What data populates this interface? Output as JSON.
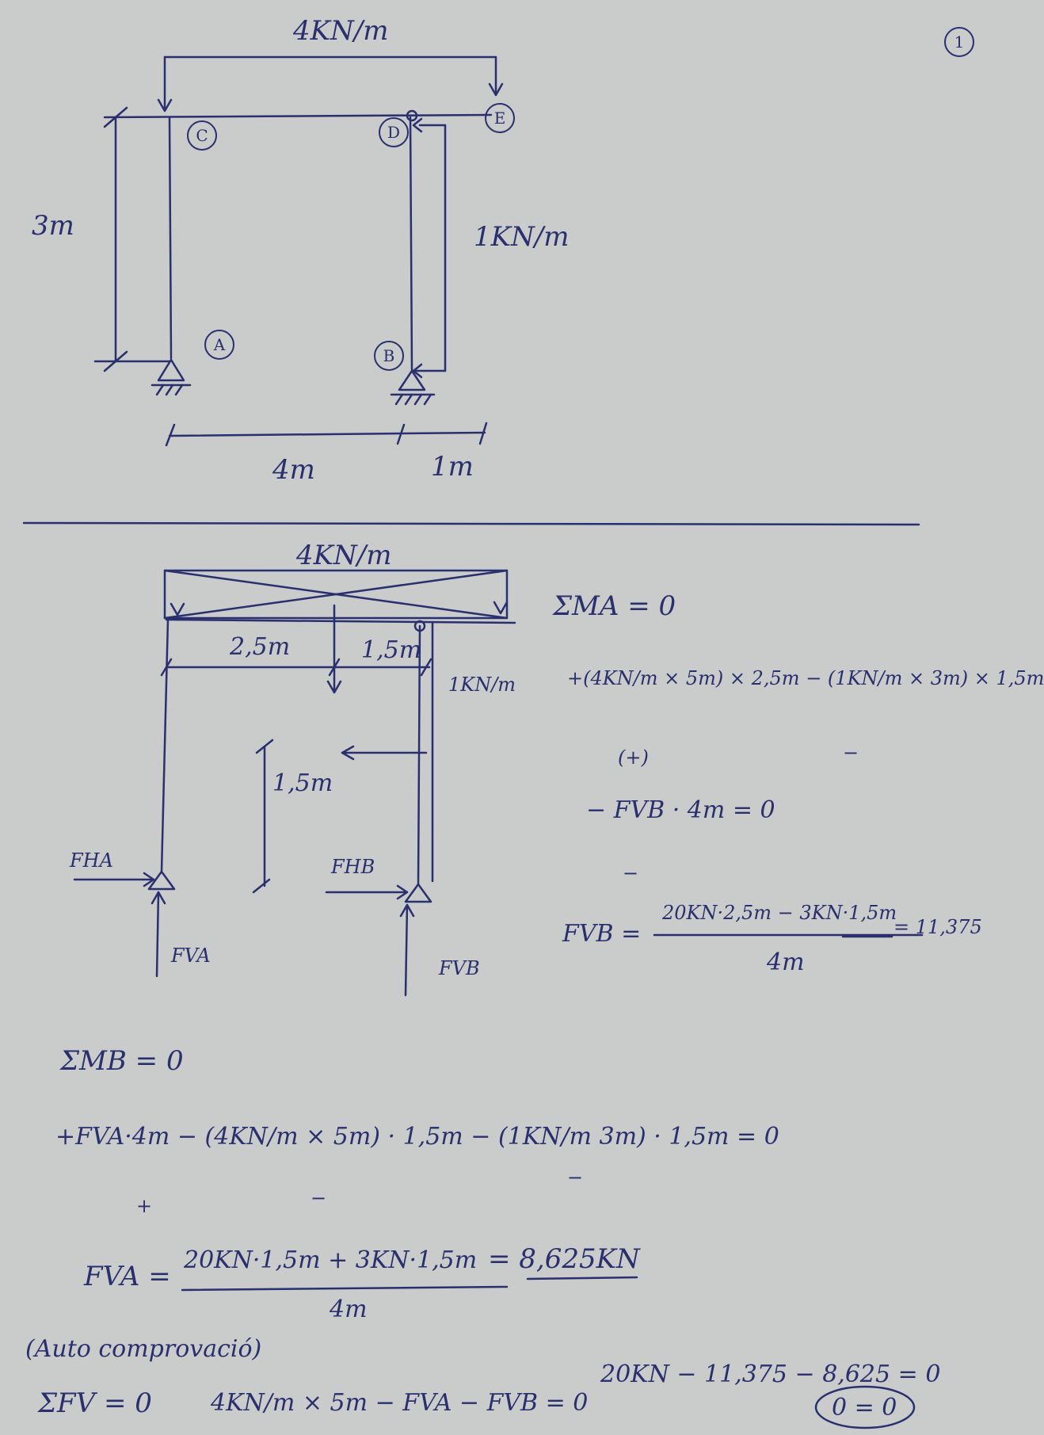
{
  "page": {
    "number": "1"
  },
  "structure": {
    "load_top": "4KN/m",
    "load_side": "1KN/m",
    "node_c": "C",
    "node_d": "D",
    "node_e": "E",
    "node_a": "A",
    "node_b": "B",
    "height": "3m",
    "span_ab": "4m",
    "span_be": "1m"
  },
  "fbd": {
    "load_top": "4KN/m",
    "load_side": "1KN/m",
    "dist_25": "2,5m",
    "dist_15_top": "1,5m",
    "dist_15_side": "1,5m",
    "f_ha": "FHA",
    "f_hb": "FHB",
    "f_va": "FVA",
    "f_vb": "FVB"
  },
  "eq_ma": {
    "header": "ΣMA = 0",
    "line1": "+(4KN/m × 5m) × 2,5m − (1KN/m × 3m) × 1,5m",
    "plus_note": "(+)",
    "minus_note": "−",
    "line2": "− FVB · 4m = 0",
    "minus_note2": "−",
    "lhs": "FVB =",
    "numerator": "20KN·2,5m − 3KN·1,5m",
    "denominator": "4m",
    "result": "= 11,375"
  },
  "eq_mb": {
    "header": "ΣMB = 0",
    "line1": "+FVA·4m − (4KN/m × 5m) · 1,5m − (1KN/m 3m) · 1,5m = 0",
    "plus_note": "+",
    "minus_note1": "−",
    "minus_note2": "−",
    "lhs": "FVA =",
    "numerator": "20KN·1,5m + 3KN·1,5m",
    "denominator": "4m",
    "result": "= 8,625KN"
  },
  "check": {
    "title": "(Auto comprovació)",
    "header": "ΣFV = 0",
    "equation": "4KN/m × 5m − FVA − FVB = 0",
    "numeric": "20KN − 11,375 − 8,625 = 0",
    "final": "0 = 0"
  }
}
